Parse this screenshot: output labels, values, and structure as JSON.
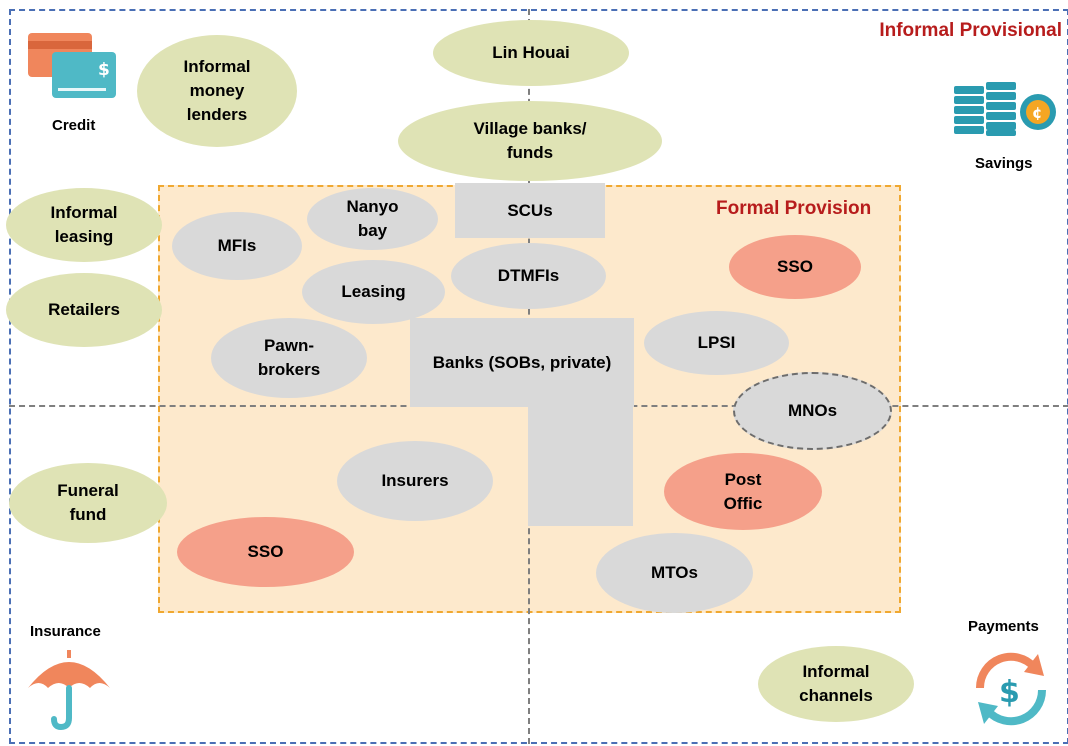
{
  "zones": {
    "informal_title": "Informal Provisional",
    "formal_title": "Formal Provision"
  },
  "quadrants": {
    "credit": "Credit",
    "savings": "Savings",
    "insurance": "Insurance",
    "payments": "Payments"
  },
  "informal_nodes": {
    "money_lenders": "Informal\nmoney\nlenders",
    "lin_houai": "Lin Houai",
    "village_banks": "Village banks/\nfunds",
    "informal_leasing": "Informal\nleasing",
    "retailers": "Retailers",
    "funeral_fund": "Funeral\nfund",
    "informal_channels": "Informal\nchannels"
  },
  "formal_nodes": {
    "mfis": "MFIs",
    "nanyo_bay": "Nanyo\nbay",
    "scus": "SCUs",
    "leasing": "Leasing",
    "dtmfis": "DTMFIs",
    "sso_top": "SSO",
    "pawnbrokers": "Pawn-\nbrokers",
    "banks": "Banks (SOBs, private)",
    "lpsi": "LPSI",
    "mnos": "MNOs",
    "insurers": "Insurers",
    "post_office": "Post\nOffic",
    "sso_bottom": "SSO",
    "mtos": "MTOs"
  },
  "icons": {
    "credit": "credit-card-icon",
    "savings": "coin-stack-icon",
    "insurance": "umbrella-icon",
    "payments": "dollar-cycle-icon"
  },
  "colors": {
    "informal_node": "#dfe3b5",
    "formal_node": "#d9d9d9",
    "social_node": "#f5a08a",
    "formal_area": "#fde9cc",
    "formal_border": "#f0a830",
    "outer_border": "#4a6fb5",
    "title": "#b71c1c"
  }
}
